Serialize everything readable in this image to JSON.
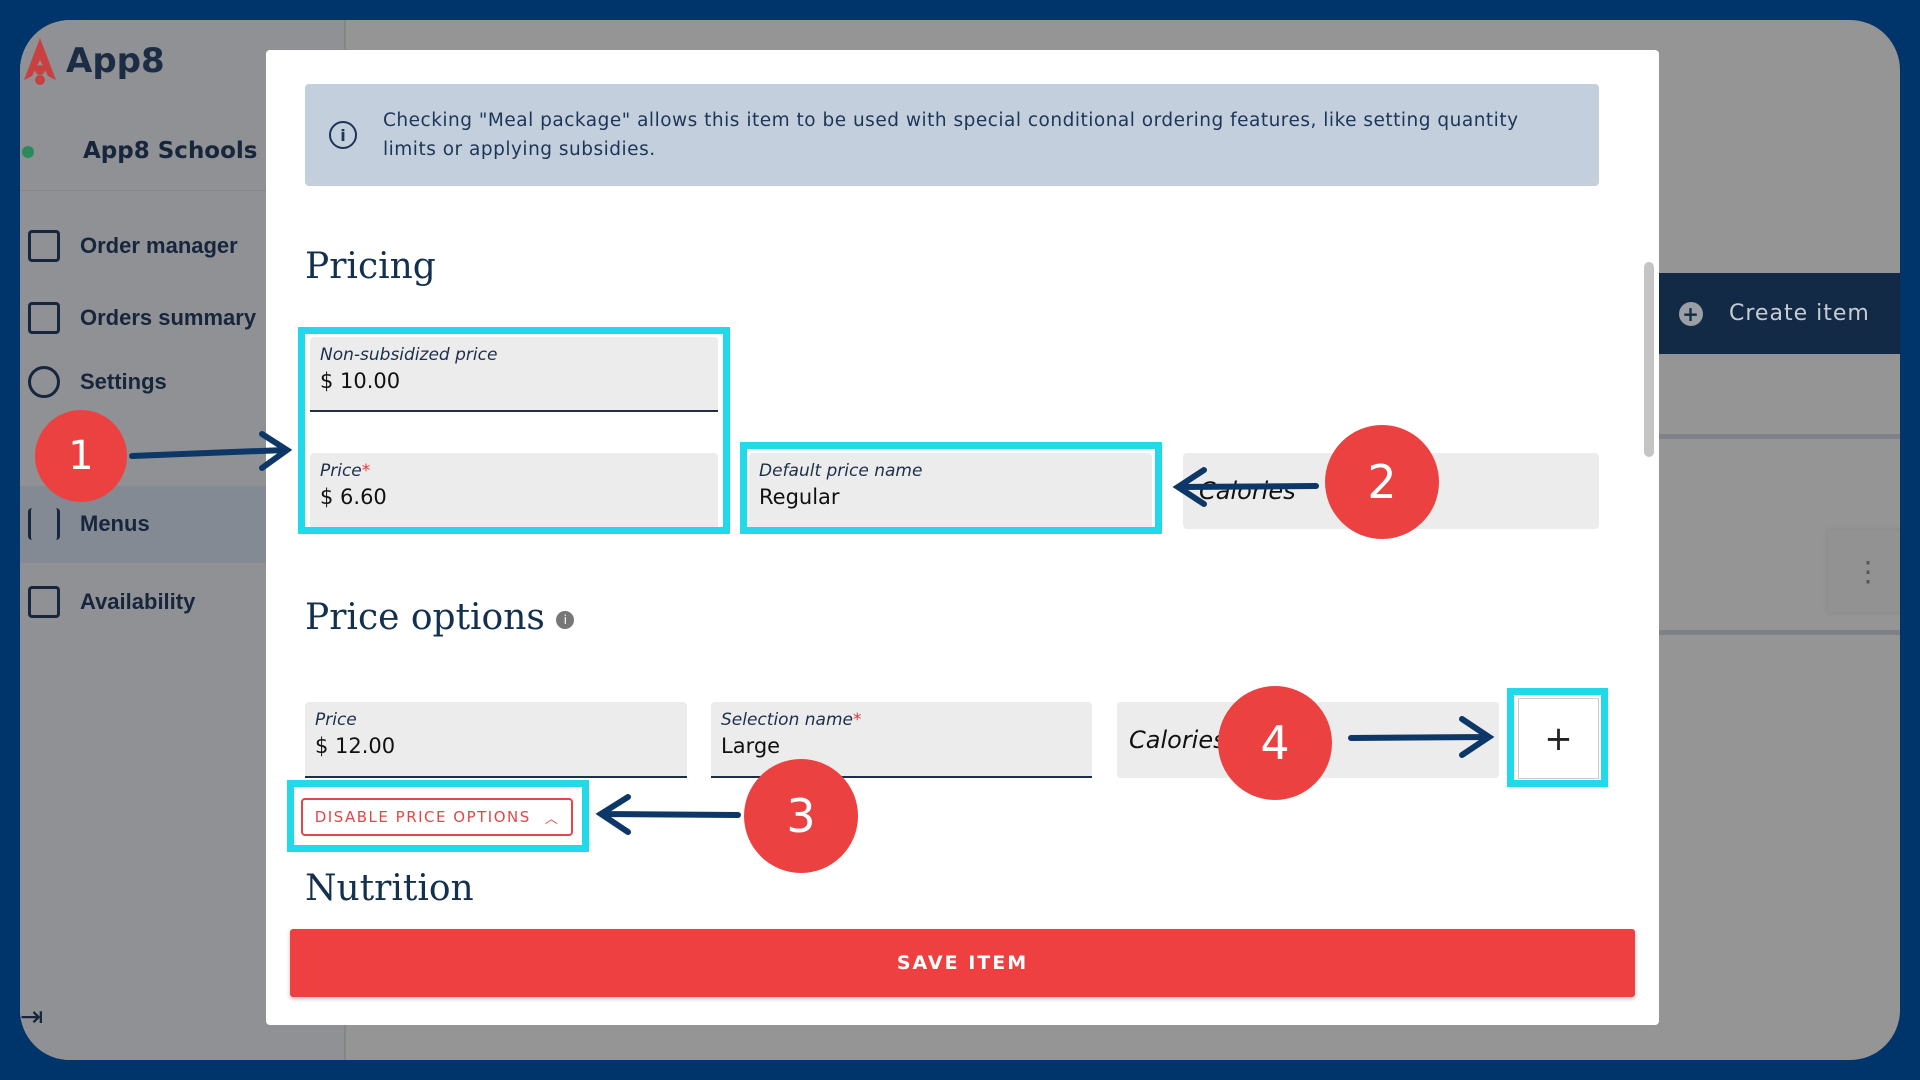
{
  "app": {
    "name": "App8",
    "org": "App8 Schools"
  },
  "sidebar": {
    "items": [
      {
        "label": "Order manager",
        "icon": "receipt-clock-icon"
      },
      {
        "label": "Orders summary",
        "icon": "clipboard-check-icon"
      },
      {
        "label": "Settings",
        "icon": "gear-icon"
      },
      {
        "label": "Menus",
        "icon": "fork-knife-icon"
      },
      {
        "label": "Availability",
        "icon": "calendar-icon"
      }
    ],
    "logout_icon": "logout-icon"
  },
  "main": {
    "create_item": "Create item"
  },
  "modal": {
    "info": "Checking \"Meal package\" allows this item to be used with special conditional ordering features, like setting quantity limits or applying subsidies.",
    "pricing": {
      "heading": "Pricing",
      "non_subsidized": {
        "label": "Non-subsidized price",
        "value": "$ 10.00"
      },
      "price": {
        "label": "Price",
        "required": "*",
        "value": "$ 6.60"
      },
      "default_price_name": {
        "label": "Default price name",
        "value": "Regular"
      },
      "calories": {
        "placeholder": "Calories"
      }
    },
    "price_options": {
      "heading": "Price options",
      "price": {
        "label": "Price",
        "value": "$ 12.00"
      },
      "selection_name": {
        "label": "Selection name",
        "required": "*",
        "value": "Large"
      },
      "calories": {
        "placeholder": "Calories"
      },
      "add": "+",
      "disable": "DISABLE PRICE OPTIONS"
    },
    "nutrition": {
      "heading": "Nutrition"
    },
    "save": "SAVE ITEM"
  },
  "annotations": [
    "1",
    "2",
    "3",
    "4"
  ],
  "colors": {
    "accent_red": "#ee4040",
    "highlight": "#22d9e9",
    "navy": "#00356b"
  }
}
